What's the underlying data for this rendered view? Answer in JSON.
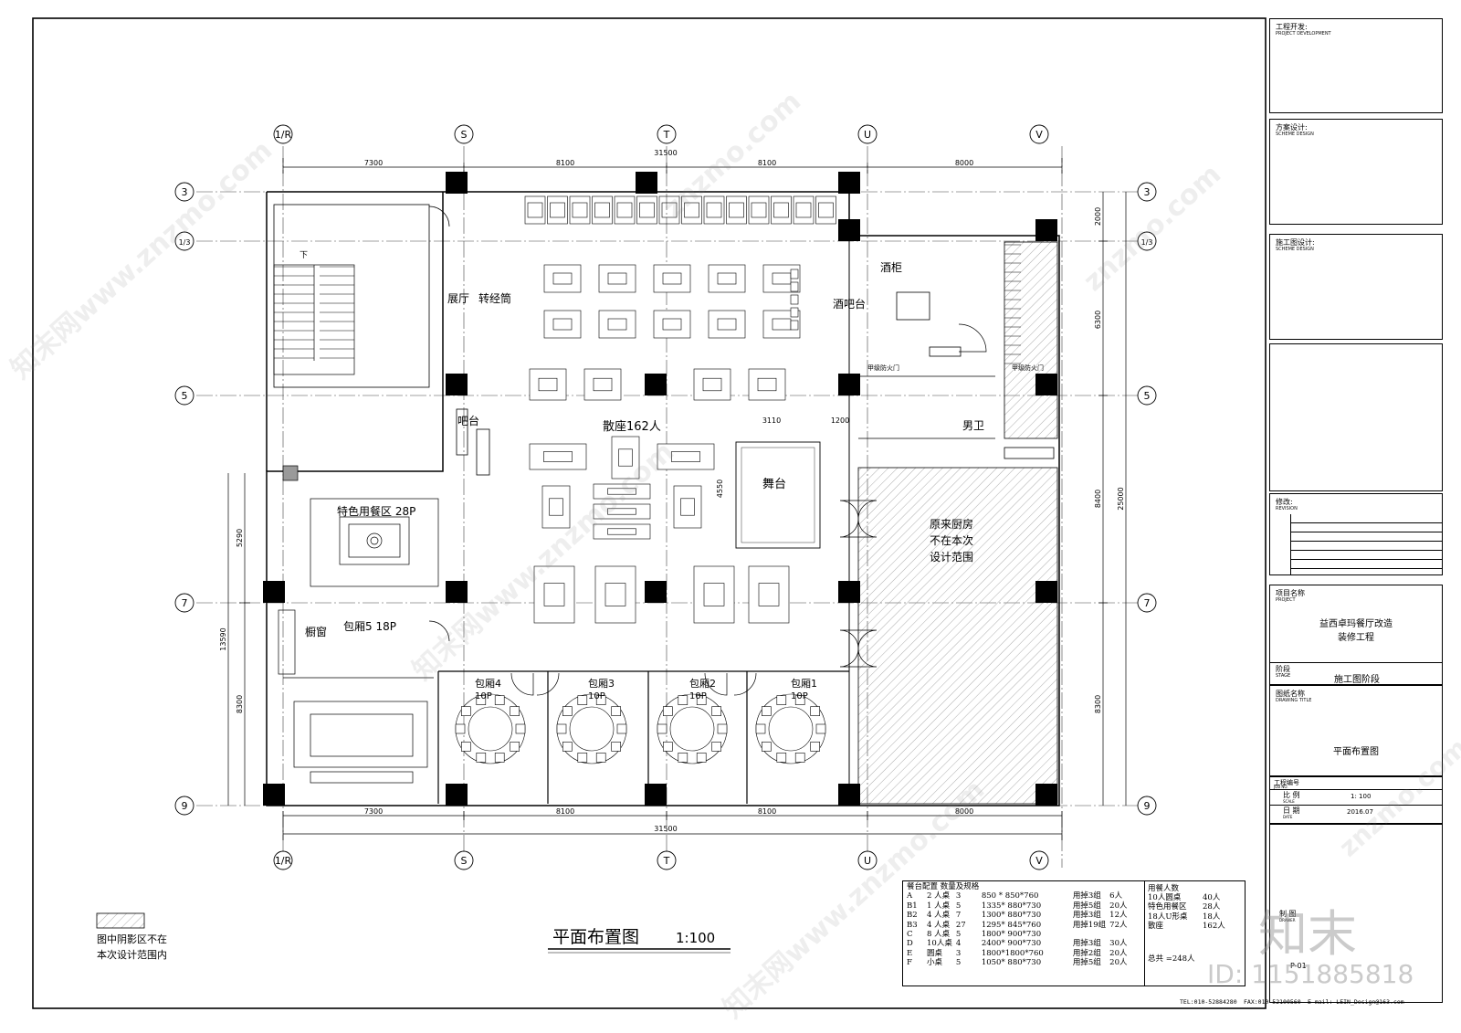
{
  "drawing": {
    "title": "平面布置图",
    "scale": "1:100",
    "shade_note_line1": "图中阴影区不在",
    "shade_note_line2": "本次设计范围内"
  },
  "axes": {
    "top_cols": [
      "1/R",
      "S",
      "T",
      "U",
      "V"
    ],
    "rows": [
      "3",
      "1/3",
      "5",
      "7",
      "9"
    ],
    "top_dims": [
      "7300",
      "8100",
      "8100",
      "8000"
    ],
    "total_width": "31500",
    "right_dims": [
      "2000",
      "6300",
      "8400",
      "8300"
    ],
    "right_total": "25000",
    "left_dims": [
      "5290",
      "8300"
    ],
    "left_total": "13590"
  },
  "rooms": {
    "exhibition": "展厅",
    "sutra_wheel": "转经筒",
    "bar": "吧台",
    "scatter_seats": "散座162人",
    "stage": "舞台",
    "wine_cabinet": "酒柜",
    "wine_bar": "酒吧台",
    "fire_door_a": "甲级防火门",
    "fire_door_b": "甲级防火门",
    "male_wc": "男卫",
    "kitchen_note_1": "原来厨房",
    "kitchen_note_2": "不在本次",
    "kitchen_note_3": "设计范围",
    "feature_dining": "特色用餐区 28P",
    "kitchen_window": "橱窗",
    "private5": "包厢5 18P",
    "private4": "包厢4",
    "private3": "包厢3",
    "private2": "包厢2",
    "private1": "包厢1",
    "tenP": "10P",
    "stairs_down": "下",
    "dim_3110": "3110",
    "dim_1200": "1200",
    "dim_4550": "4550"
  },
  "title_block": {
    "developer_cn": "工程开发:",
    "developer_en": "PROJECT DEVELOPMENT",
    "scheme_cn": "方案设计:",
    "scheme_en": "SCHEME DESIGN",
    "construction_cn": "施工图设计:",
    "construction_en": "SCHEME DESIGN",
    "revision_cn": "修改:",
    "revision_en": "REVISION",
    "project_cn": "项目名称",
    "project_en": "PROJECT",
    "project_name_1": "益西卓玛餐厅改造",
    "project_name_2": "装修工程",
    "stage_cn": "阶段",
    "stage_en": "STAGE",
    "stage_value": "施工图阶段",
    "drawing_title_cn": "图纸名称",
    "drawing_title_en": "DRAWING TITLE",
    "drawing_title_value": "平面布置图",
    "job_no_cn": "工程编号",
    "job_no_en": "JOB NO.",
    "scale_cn": "比 例",
    "scale_en": "SCALE",
    "scale_value": "1: 100",
    "date_cn": "日 期",
    "date_en": "DATE",
    "date_value": "2016.07",
    "drawer_cn": "制 图",
    "drawer_en": "DRAWER",
    "sheet_no": "P-01"
  },
  "legend": {
    "header_left": "餐台配置 数量及规格",
    "header_right": "用餐人数",
    "rows": [
      [
        "A",
        "2 人桌",
        "3",
        "850 * 850*760",
        "用掉3组",
        "6人"
      ],
      [
        "B1",
        "1 人桌",
        "5",
        "1335* 880*730",
        "用掉5组",
        "20人"
      ],
      [
        "B2",
        "4 人桌",
        "7",
        "1300* 880*730",
        "用掉3组",
        "12人"
      ],
      [
        "B3",
        "4 人桌",
        "27",
        "1295* 845*760",
        "用掉19组",
        "72人"
      ],
      [
        "C",
        "8 人桌",
        "5",
        "1800* 900*730",
        "",
        ""
      ],
      [
        "D",
        "10人桌",
        "4",
        "2400* 900*730",
        "用掉3组",
        "30人"
      ],
      [
        "E",
        "圆桌",
        "3",
        "1800*1800*760",
        "用掉2组",
        "20人"
      ],
      [
        "F",
        "小桌",
        "5",
        "1050* 880*730",
        "用掉5组",
        "20人"
      ]
    ],
    "capacity": [
      [
        "10人圆桌",
        "40人"
      ],
      [
        "特色用餐区",
        "28人"
      ],
      [
        "18人U形桌",
        "18人"
      ],
      [
        "散座",
        "162人"
      ]
    ],
    "total": "总共 =248人"
  },
  "footer": {
    "tel": "TEL:010-52884280",
    "fax": "FAX:010-52100560",
    "email": "E-mail: LEIN_Design@163.com"
  },
  "watermark": {
    "site": "znzmo.com",
    "brand": "知末网www.znzmo.com",
    "logo": "知末",
    "id_text": "ID: 1151885818"
  },
  "colors": {
    "line": "#000000",
    "hatch": "#8a8a8a",
    "watermark": "#b0b0b0"
  }
}
